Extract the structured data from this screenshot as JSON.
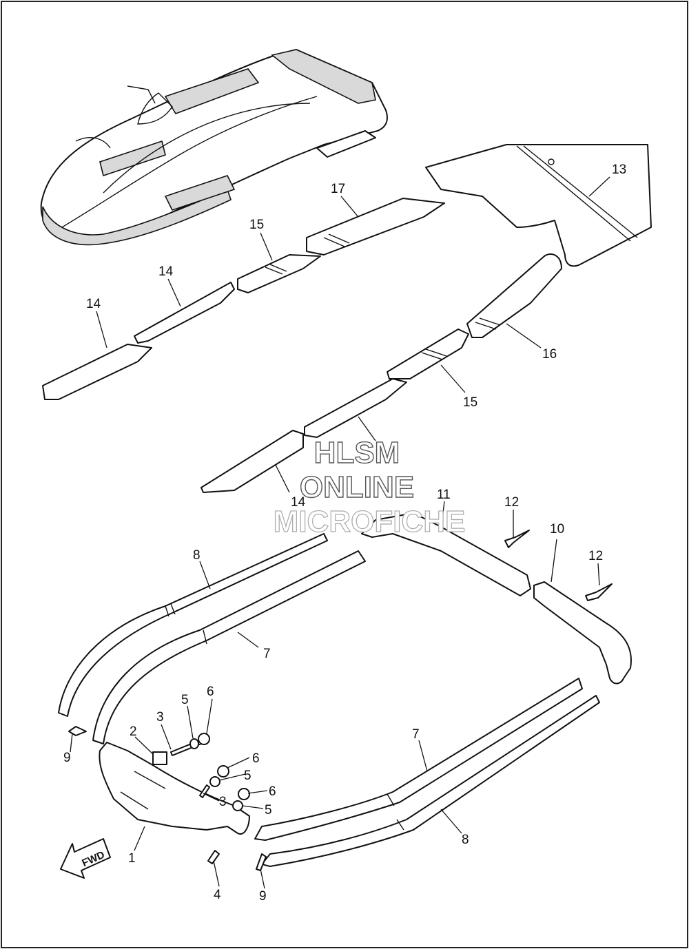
{
  "watermark": {
    "line1": "HLSM",
    "line2": "ONLINE",
    "line3": "MICROFICHE"
  },
  "direction_arrow": {
    "label": "FWD",
    "icon": "forward-arrow-icon"
  },
  "callouts": {
    "c13": "13",
    "c17": "17",
    "c15a": "15",
    "c14a": "14",
    "c14b": "14",
    "c16": "16",
    "c15b": "15",
    "c14c": "14",
    "c11": "11",
    "c12a": "12",
    "c12b": "12",
    "c10": "10",
    "c8a": "8",
    "c7a": "7",
    "c9a": "9",
    "c6a": "6",
    "c5a": "5",
    "c3a": "3",
    "c2": "2",
    "c6b": "6",
    "c5b": "5",
    "c6c": "6",
    "c5c": "5",
    "c3b": "3",
    "c7b": "7",
    "c8b": "8",
    "c1": "1",
    "c4": "4",
    "c9b": "9"
  }
}
